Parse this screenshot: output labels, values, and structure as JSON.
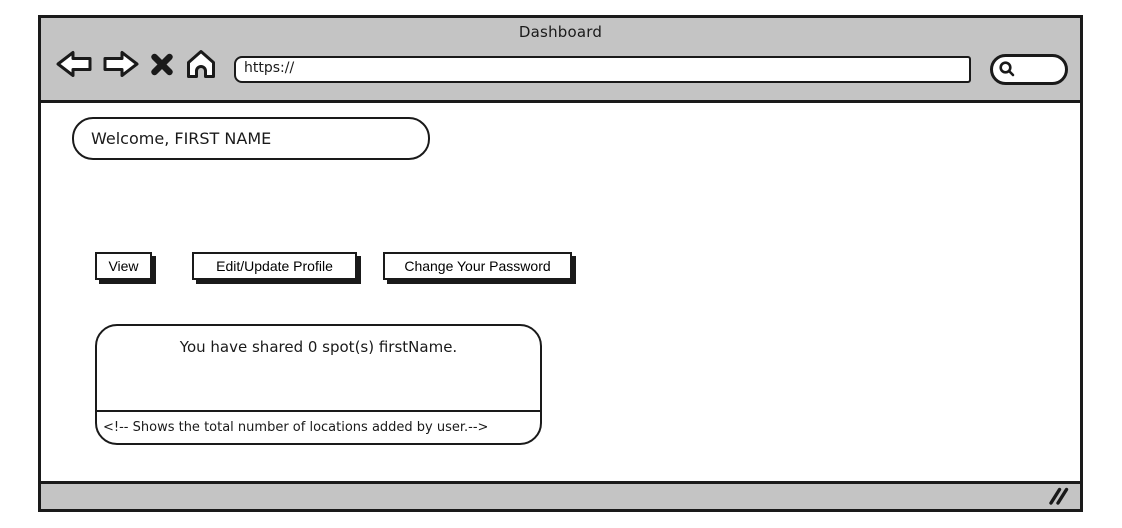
{
  "window": {
    "title": "Dashboard",
    "toolbar": {
      "back_icon": "back-arrow",
      "forward_icon": "forward-arrow",
      "stop_icon": "close-x",
      "home_icon": "home",
      "url_value": "https://",
      "search_icon": "magnifier"
    },
    "status_bar": {
      "resize_icon": "resize-grip"
    }
  },
  "content": {
    "welcome_text": "Welcome, FIRST NAME",
    "buttons": [
      {
        "label": "View"
      },
      {
        "label": "Edit/Update Profile"
      },
      {
        "label": "Change Your Password"
      }
    ],
    "shared_spots_box": {
      "message": "You have shared 0 spot(s) firstName.",
      "comment": "<!-- Shows the total number of locations added by user.-->"
    }
  },
  "colors": {
    "chrome_gray": "#c4c4c4",
    "line_black": "#1a1a1a",
    "page_white": "#ffffff"
  }
}
